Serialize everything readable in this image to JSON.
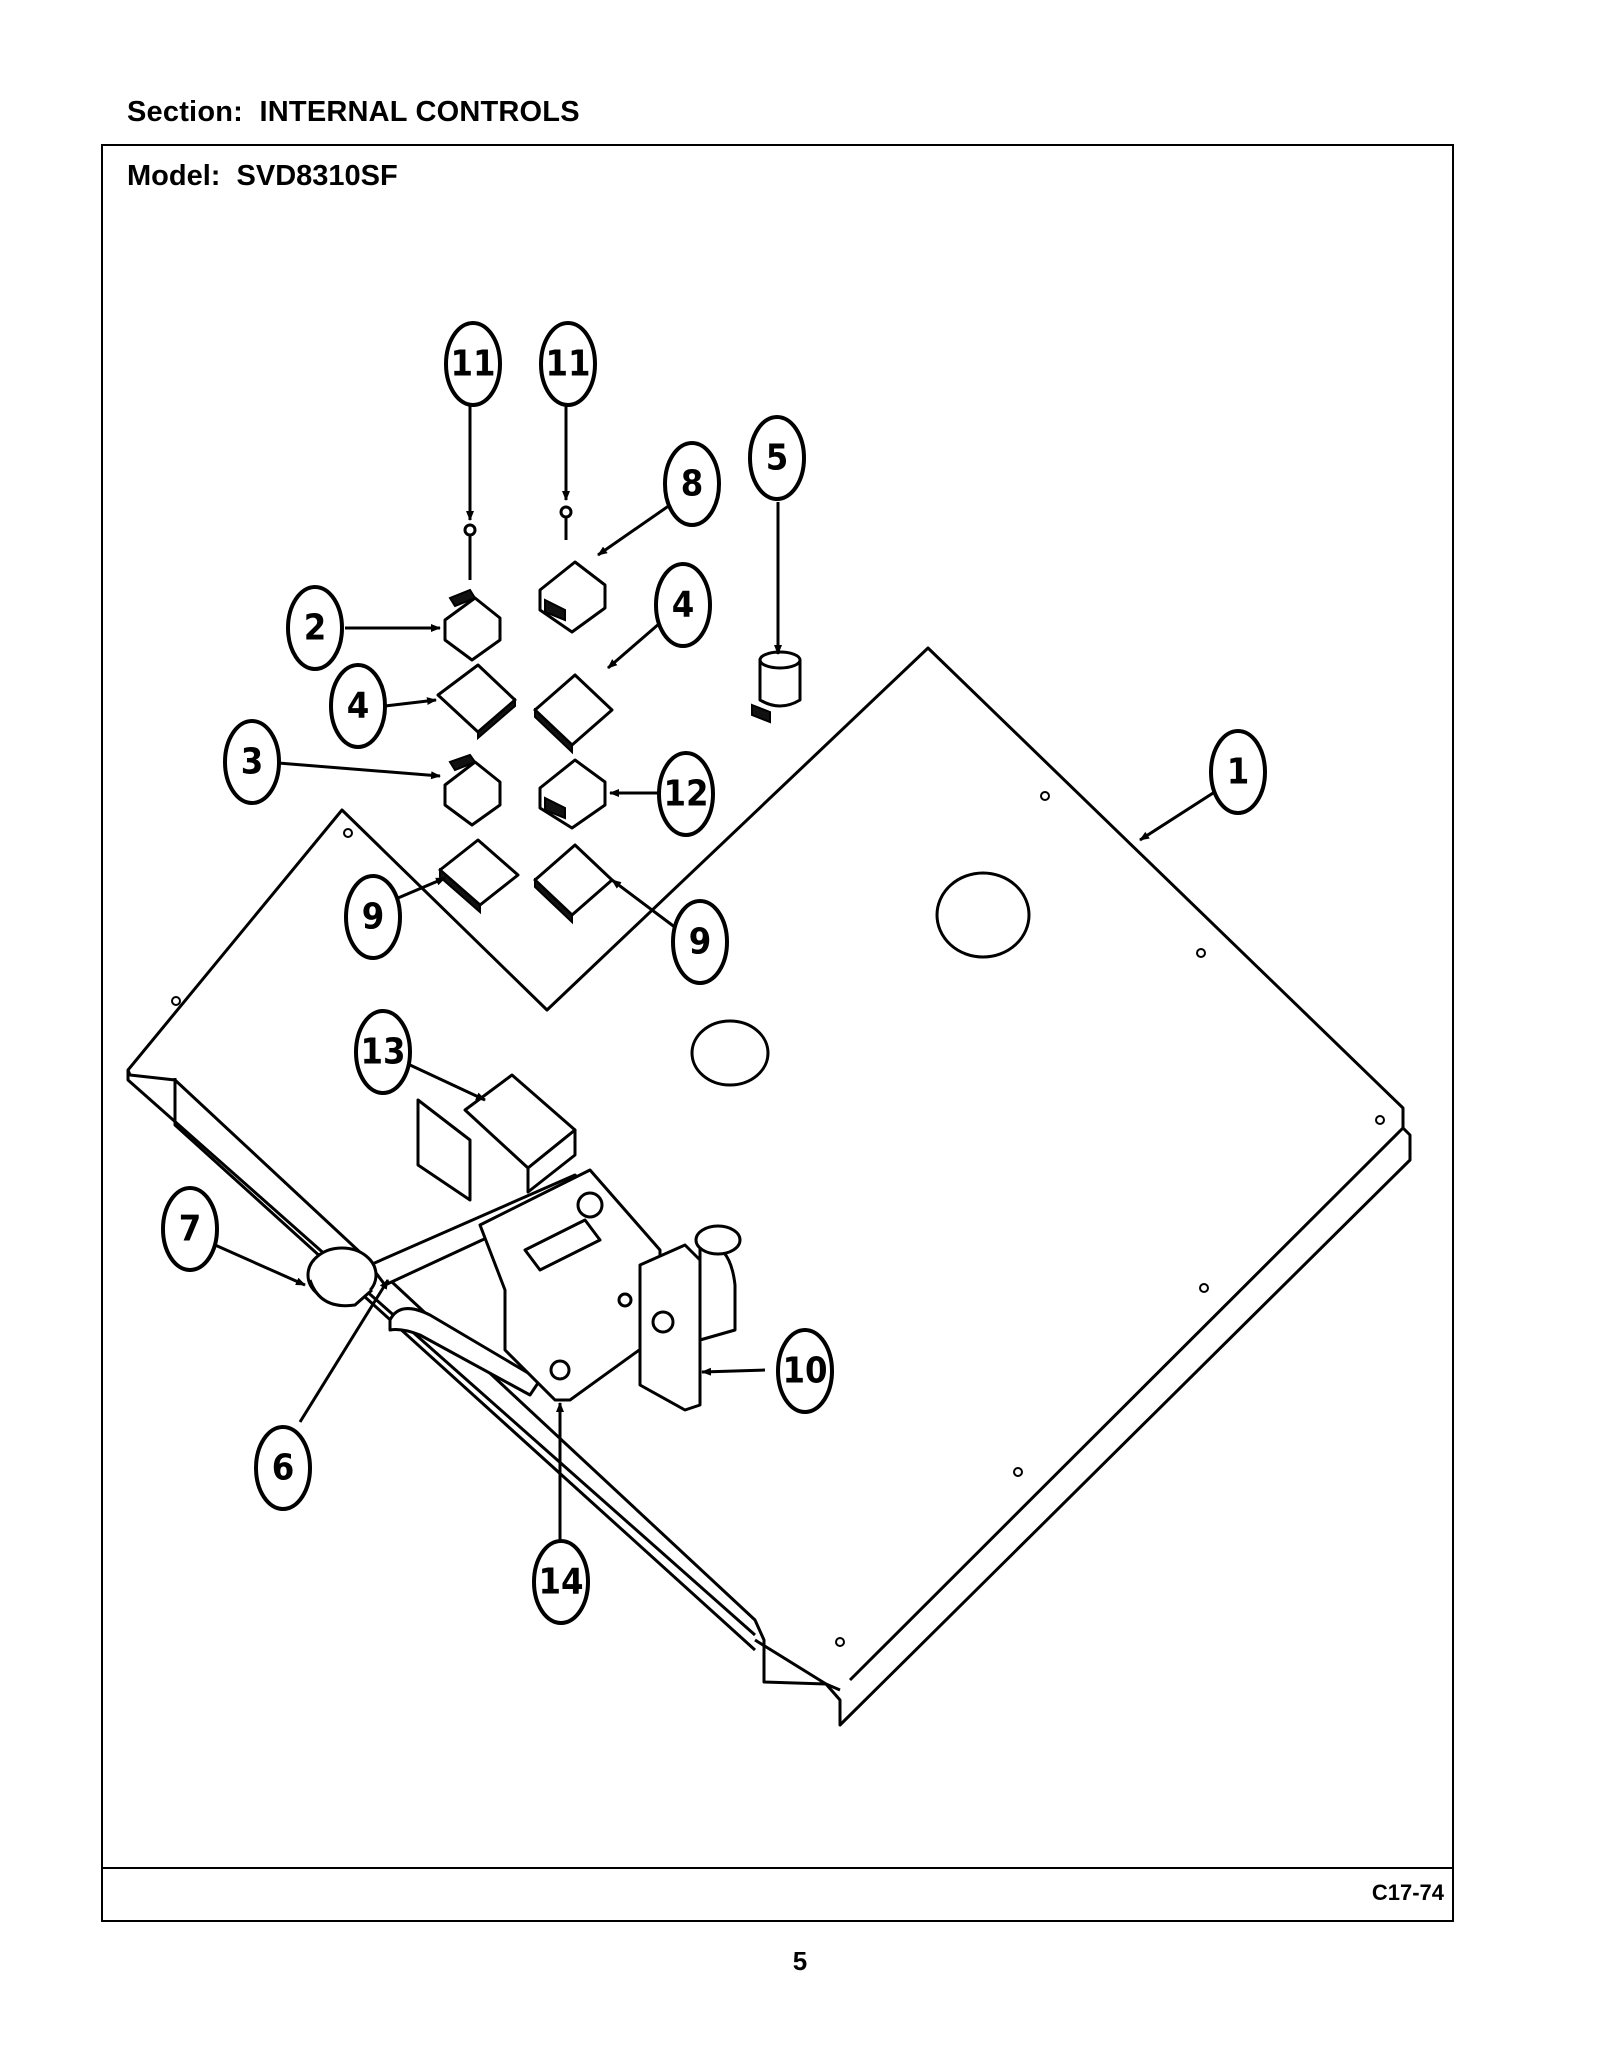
{
  "header": {
    "section": "Section:  INTERNAL CONTROLS",
    "model": "Model:  SVD8310SF"
  },
  "footer": {
    "diagram_code": "C17-74",
    "page_number": "5"
  },
  "callouts": [
    {
      "id": "c1",
      "label": "1"
    },
    {
      "id": "c2",
      "label": "2"
    },
    {
      "id": "c3",
      "label": "3"
    },
    {
      "id": "c4a",
      "label": "4"
    },
    {
      "id": "c4b",
      "label": "4"
    },
    {
      "id": "c5",
      "label": "5"
    },
    {
      "id": "c6",
      "label": "6"
    },
    {
      "id": "c7",
      "label": "7"
    },
    {
      "id": "c8",
      "label": "8"
    },
    {
      "id": "c9a",
      "label": "9"
    },
    {
      "id": "c9b",
      "label": "9"
    },
    {
      "id": "c10",
      "label": "10"
    },
    {
      "id": "c11a",
      "label": "11"
    },
    {
      "id": "c11b",
      "label": "11"
    },
    {
      "id": "c12",
      "label": "12"
    },
    {
      "id": "c13",
      "label": "13"
    },
    {
      "id": "c14",
      "label": "14"
    }
  ]
}
